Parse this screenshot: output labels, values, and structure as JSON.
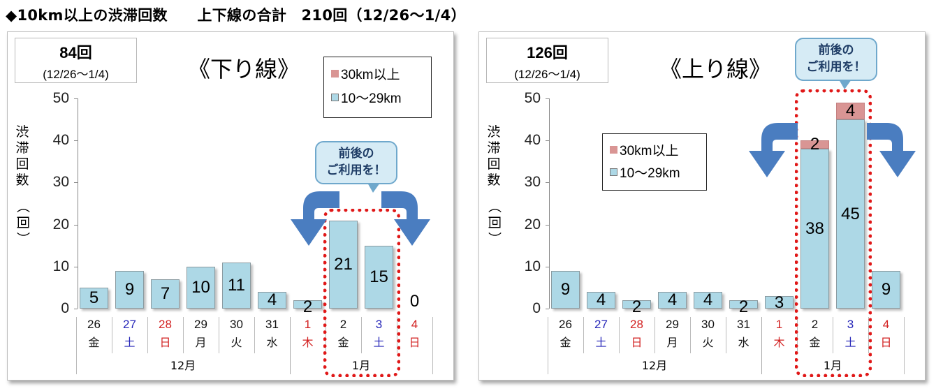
{
  "header": {
    "title": "◆10km以上の渋滞回数　　上下線の合計　210回（12/26～1/4）"
  },
  "legend": {
    "series_30plus": "30km以上",
    "series_10_29": "10～29km"
  },
  "colors": {
    "bar_10_29": "#add8e6",
    "bar_30plus": "#d99594",
    "highlight_dotted": "#e01818",
    "arrow": "#4a7dc0",
    "saturday": "#2525b8",
    "holiday": "#d21f1f"
  },
  "callout": {
    "line1": "前後の",
    "line2": "ご利用を！"
  },
  "axis": {
    "ylabel_chars": [
      "渋",
      "滞",
      "回",
      "数",
      "（",
      "回",
      "）"
    ],
    "ticks": [
      "50",
      "40",
      "30",
      "20",
      "10",
      "0"
    ]
  },
  "categories": [
    {
      "day": "26",
      "weekday": "金",
      "color": "black"
    },
    {
      "day": "27",
      "weekday": "土",
      "color": "blue"
    },
    {
      "day": "28",
      "weekday": "日",
      "color": "red"
    },
    {
      "day": "29",
      "weekday": "月",
      "color": "black"
    },
    {
      "day": "30",
      "weekday": "火",
      "color": "black"
    },
    {
      "day": "31",
      "weekday": "水",
      "color": "black"
    },
    {
      "day": "1",
      "weekday": "木",
      "color": "red"
    },
    {
      "day": "2",
      "weekday": "金",
      "color": "black"
    },
    {
      "day": "3",
      "weekday": "土",
      "color": "blue"
    },
    {
      "day": "4",
      "weekday": "日",
      "color": "red"
    }
  ],
  "months": [
    "12月",
    "1月"
  ],
  "panels": {
    "down": {
      "title": "《下り線》",
      "total": "84回",
      "range": "(12/26～1/4)"
    },
    "up": {
      "title": "《上り線》",
      "total": "126回",
      "range": "(12/26～1/4)"
    }
  },
  "chart_data": [
    {
      "type": "bar",
      "stacked": true,
      "title": "《下り線》",
      "subtitle": "84回 (12/26～1/4)",
      "xlabel": "",
      "ylabel": "渋滞回数（回）",
      "ylim": [
        0,
        50
      ],
      "yticks": [
        0,
        10,
        20,
        30,
        40,
        50
      ],
      "categories": [
        "12/26(金)",
        "12/27(土)",
        "12/28(日)",
        "12/29(月)",
        "12/30(火)",
        "12/31(水)",
        "1/1(木)",
        "1/2(金)",
        "1/3(土)",
        "1/4(日)"
      ],
      "series": [
        {
          "name": "10～29km",
          "values": [
            5,
            9,
            7,
            10,
            11,
            4,
            2,
            21,
            15,
            0
          ]
        },
        {
          "name": "30km以上",
          "values": [
            0,
            0,
            0,
            0,
            0,
            0,
            0,
            0,
            0,
            0
          ]
        }
      ],
      "data_labels": [
        "5",
        "9",
        "7",
        "10",
        "11",
        "4",
        "2",
        "21",
        "15",
        "0"
      ],
      "legend_position": "top-right",
      "grid": false,
      "annotations": [
        "前後のご利用を！",
        "highlight: 1/2, 1/3"
      ]
    },
    {
      "type": "bar",
      "stacked": true,
      "title": "《上り線》",
      "subtitle": "126回 (12/26～1/4)",
      "xlabel": "",
      "ylabel": "渋滞回数（回）",
      "ylim": [
        0,
        50
      ],
      "yticks": [
        0,
        10,
        20,
        30,
        40,
        50
      ],
      "categories": [
        "12/26(金)",
        "12/27(土)",
        "12/28(日)",
        "12/29(月)",
        "12/30(火)",
        "12/31(水)",
        "1/1(木)",
        "1/2(金)",
        "1/3(土)",
        "1/4(日)"
      ],
      "series": [
        {
          "name": "10～29km",
          "values": [
            9,
            4,
            2,
            4,
            4,
            2,
            3,
            38,
            45,
            9
          ]
        },
        {
          "name": "30km以上",
          "values": [
            0,
            0,
            0,
            0,
            0,
            0,
            0,
            2,
            4,
            0
          ]
        }
      ],
      "data_labels_10_29": [
        "9",
        "4",
        "2",
        "4",
        "4",
        "2",
        "3",
        "38",
        "45",
        "9"
      ],
      "data_labels_30plus": [
        "",
        "",
        "",
        "",
        "",
        "",
        "",
        "2",
        "4",
        ""
      ],
      "legend_position": "upper-left inside plot",
      "grid": false,
      "annotations": [
        "前後のご利用を！",
        "highlight: 1/2, 1/3"
      ]
    }
  ]
}
